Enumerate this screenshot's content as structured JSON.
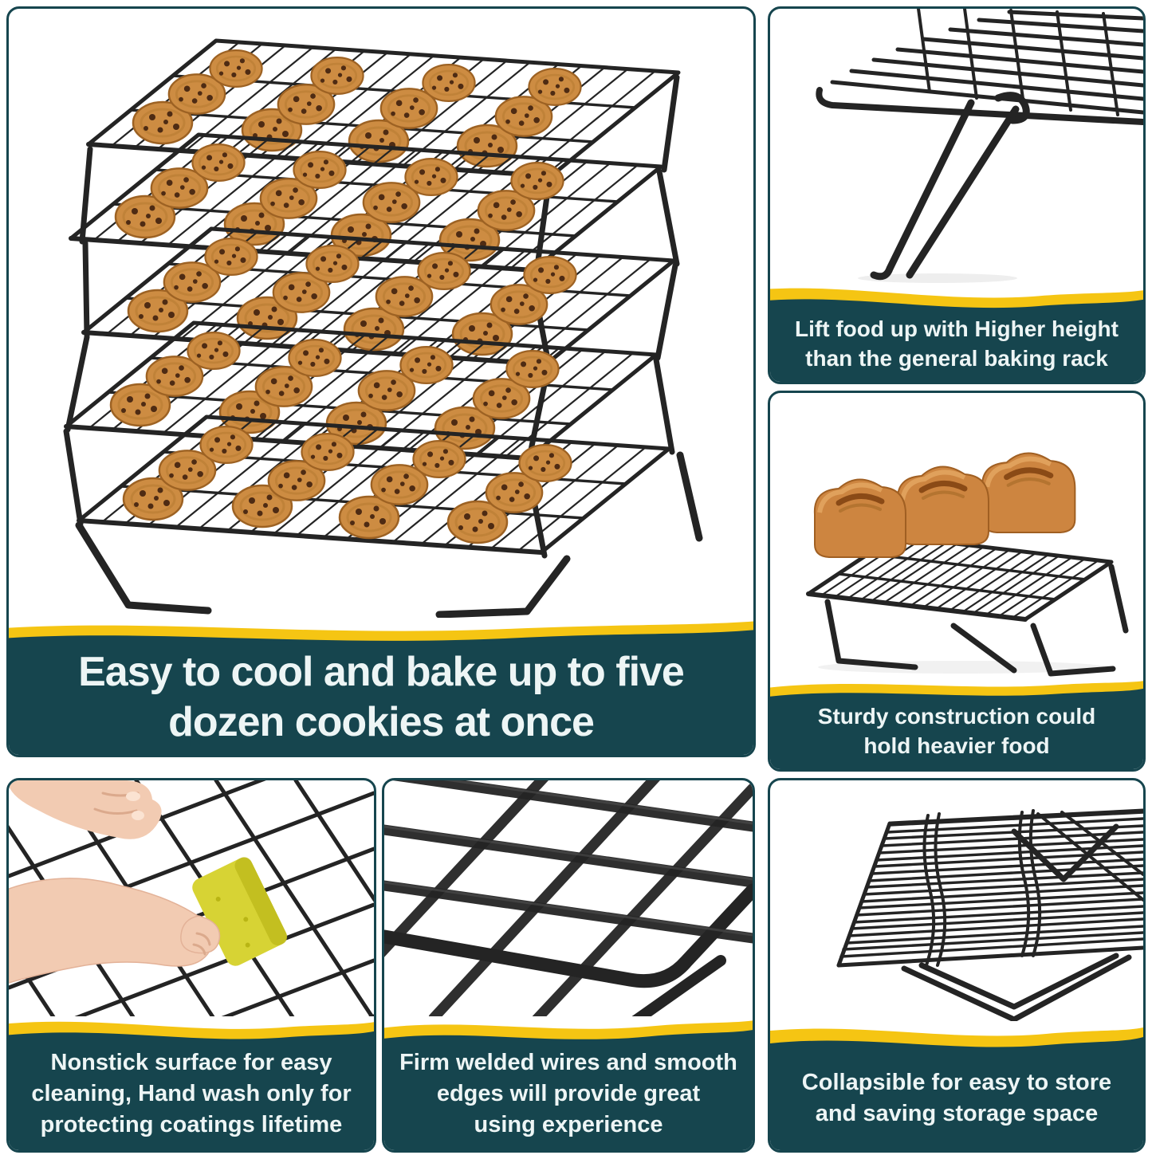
{
  "theme": {
    "teal": "#16454e",
    "yellow": "#f5c513",
    "text": "#edf5f5",
    "wire": "#242424",
    "cookie": "#cd8c42",
    "chip": "#4e2b13",
    "bread": "#cd8540",
    "sponge": "#d7d334",
    "skin": "#f2cbb2"
  },
  "panels": {
    "hero": {
      "photo": "five-tier-cooling-rack-with-cookies",
      "lines": [
        "Easy to cool and bake up to five",
        "dozen cookies at once"
      ]
    },
    "lift": {
      "photo": "rack-corner-folding-leg-closeup",
      "lines": [
        "Lift food up with Higher height",
        "than the general baking rack"
      ]
    },
    "sturdy": {
      "photo": "rack-holding-three-bread-loaves",
      "lines": [
        "Sturdy construction could",
        "hold heavier food"
      ]
    },
    "nonstick": {
      "photo": "hand-cleaning-rack-with-sponge",
      "lines": [
        "Nonstick surface for easy",
        "cleaning, Hand wash only for",
        "protecting coatings lifetime"
      ]
    },
    "welded": {
      "photo": "welded-wire-closeup",
      "lines": [
        "Firm welded wires and smooth",
        "edges will provide great",
        "using experience"
      ]
    },
    "collapsible": {
      "photo": "collapsed-stacked-racks",
      "lines": [
        "Collapsible for easy to store",
        "and saving storage space"
      ]
    }
  }
}
